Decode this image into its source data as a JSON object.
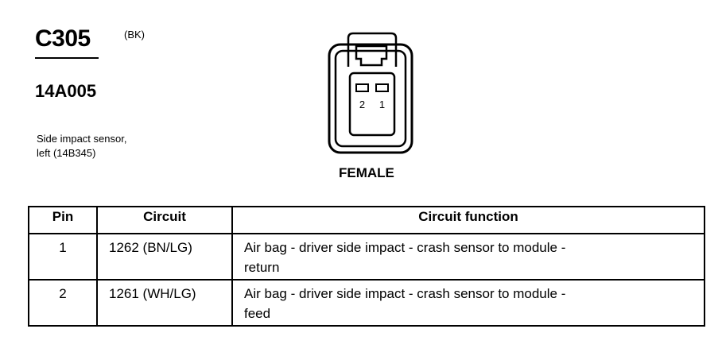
{
  "connector": {
    "id": "C305",
    "color_code": "(BK)",
    "part_number": "14A005",
    "description_line1": "Side impact sensor,",
    "description_line2": "left (14B345)",
    "gender": "FEMALE",
    "pin_labels": [
      "2",
      "1"
    ]
  },
  "table": {
    "headers": {
      "pin": "Pin",
      "circuit": "Circuit",
      "function": "Circuit function"
    },
    "rows": [
      {
        "pin": "1",
        "circuit": "1262 (BN/LG)",
        "function_line1": "Air bag - driver side impact - crash sensor to module -",
        "function_line2": "return"
      },
      {
        "pin": "2",
        "circuit": "1261 (WH/LG)",
        "function_line1": "Air bag - driver side impact - crash sensor to module -",
        "function_line2": "feed"
      }
    ]
  }
}
